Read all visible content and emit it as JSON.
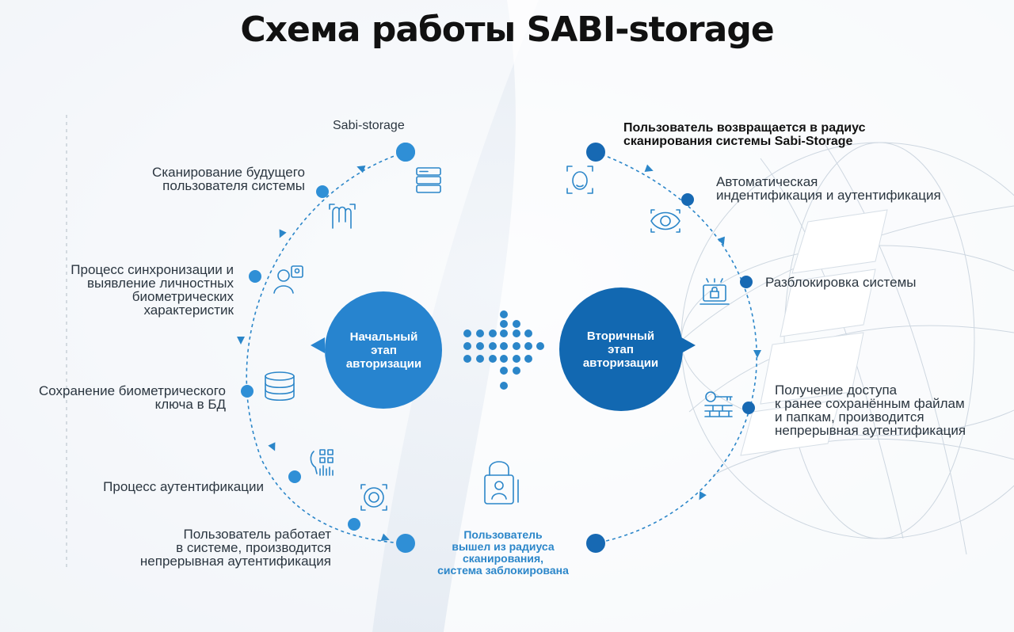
{
  "title": "Схема работы SABI-storage",
  "colors": {
    "accent": "#2b86c9",
    "accent_light": "#2f8fd6",
    "accent_dark": "#1769b3",
    "hub_left": "#2784cf",
    "hub_right": "#1268b1"
  },
  "left": {
    "top_label": "Sabi-storage",
    "steps": [
      {
        "text": [
          "Сканирование будущего",
          "пользователя системы"
        ],
        "icon": "database-server-icon"
      },
      {
        "text": [
          "Процесс синхронизации и",
          "выявление личностных",
          "биометрических",
          "характеристик"
        ],
        "icon": "hand-scan-icon"
      },
      {
        "text": [
          "Сохранение биометрического",
          "ключа в БД"
        ],
        "icon": "user-profile-icon"
      },
      {
        "text": [
          "Процесс аутентификации"
        ],
        "icon": "database-icon"
      },
      {
        "text": [
          "Пользователь работает",
          "в системе, производится",
          "непрерывная аутентификация"
        ],
        "icon": "face-code-icon"
      }
    ],
    "extra_icon": "fingerprint-icon"
  },
  "right": {
    "top_label": [
      "Пользователь возвращается в радиус",
      "сканирования системы Sabi-Storage"
    ],
    "steps": [
      {
        "text": [
          "Автоматическая",
          "индентификация и аутентификация"
        ],
        "icon": "face-scan-icon"
      },
      {
        "text": [
          "Разблокировка системы"
        ],
        "icon": "eye-scan-icon"
      },
      {
        "text": [
          "Получение доступа",
          "к ранее сохранённым файлам",
          "и папкам, производится",
          "непрерывная аутентификация"
        ],
        "icon": "laptop-lock-icon"
      }
    ],
    "extra_icon": "key-firewall-icon"
  },
  "bottom_label": [
    "Пользователь",
    "вышел из радиуса",
    "сканирования,",
    "система заблокирована"
  ],
  "bottom_icon": "lock-user-icon",
  "hub_left": [
    "Начальный",
    "этап",
    "авторизации"
  ],
  "hub_right": [
    "Вторичный",
    "этап",
    "авторизации"
  ]
}
